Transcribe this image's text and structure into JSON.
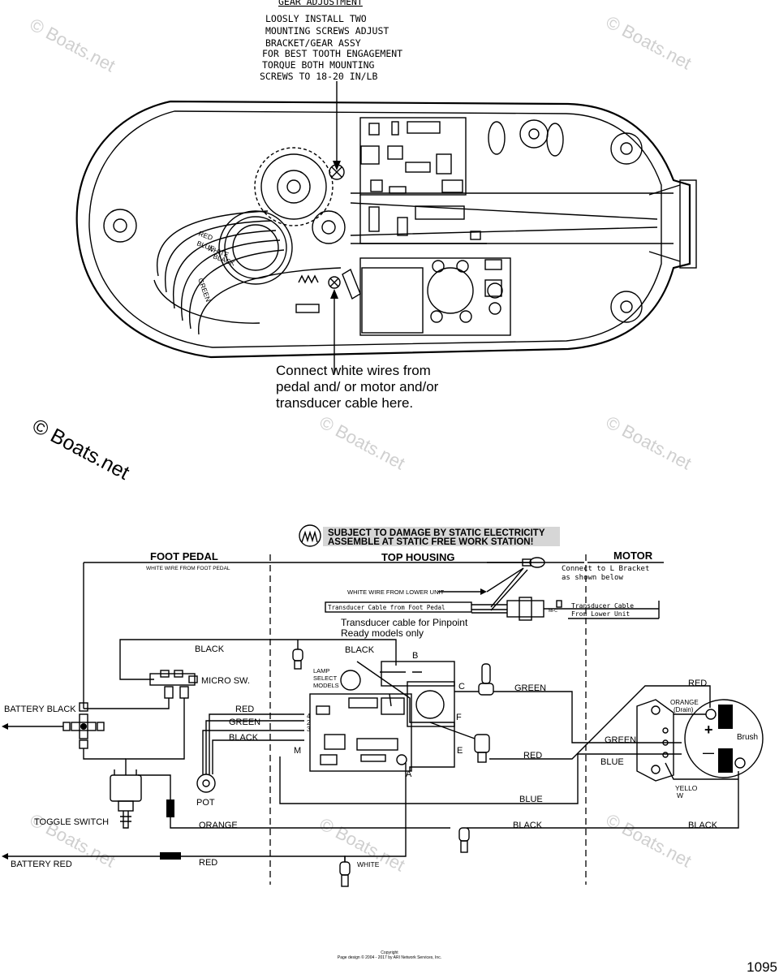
{
  "gear_adjustment": {
    "title": "GEAR ADJUSTMENT",
    "lines": [
      "LOOSLY INSTALL TWO",
      "MOUNTING SCREWS ADJUST",
      "BRACKET/GEAR ASSY",
      "FOR BEST TOOTH ENGAGEMENT",
      "TORQUE BOTH MOUNTING",
      "SCREWS TO 18-20 IN/LB"
    ]
  },
  "housing_wire_labels": [
    "RED",
    "BLUE",
    "WHITE",
    "BLACK",
    "GREEN"
  ],
  "white_wire_note": [
    "Connect white wires from",
    "pedal and/ or motor and/or",
    "transducer cable here."
  ],
  "watermark": "© Boats.net",
  "warning": {
    "line1": "SUBJECT TO DAMAGE BY STATIC ELECTRICITY",
    "line2": "ASSEMBLE AT STATIC FREE WORK STATION!"
  },
  "sections": {
    "foot_pedal": "FOOT PEDAL",
    "top_housing": "TOP HOUSING",
    "motor": "MOTOR"
  },
  "labels": {
    "white_wire_from_foot_pedal": "WHITE WIRE FROM FOOT PEDAL",
    "connect_to_l_bracket_1": "Connect to L Bracket",
    "connect_to_l_bracket_2": "as shown below",
    "white_wire_from_lower_unit": "WHITE WIRE FROM LOWER UNIT",
    "transducer_from_foot_pedal": "Transducer Cable from Foot Pedal",
    "transducer_from_lower_1": "Transducer Cable",
    "transducer_from_lower_2": "From Lower Unit",
    "pinpoint_1": "Transducer cable for Pinpoint",
    "pinpoint_2": "Ready models only",
    "black_left": "BLACK",
    "black_mid": "BLACK",
    "micro_sw": "MICRO SW.",
    "battery_black": "BATTERY BLACK",
    "battery_red": "BATTERY RED",
    "toggle_switch": "TOGGLE SWITCH",
    "pot": "POT",
    "red_pot": "RED",
    "green_pot": "GREEN",
    "black_pot": "BLACK",
    "lamp_1": "LAMP",
    "lamp_2": "SELECT",
    "lamp_3": "MODELS",
    "term_b": "B",
    "term_c": "C",
    "term_f": "F",
    "term_e": "E",
    "term_m": "M",
    "term_a": "A",
    "pin_4": "4",
    "pin_2": "2",
    "pin_3": "3",
    "green_c": "GREEN",
    "red_e": "RED",
    "blue_bottom": "BLUE",
    "orange": "ORANGE",
    "black_bottom": "BLACK",
    "black_right": "BLACK",
    "red_bottom": "RED",
    "white_bottom": "WHITE",
    "motor_red": "RED",
    "orange_drain_1": "ORANGE",
    "orange_drain_2": "(Drain)",
    "motor_green": "GREEN",
    "motor_blue": "BLUE",
    "yellow_1": "YELLO",
    "yellow_2": "W",
    "brush": "Brush",
    "plus": "+",
    "minus": "—"
  },
  "page_number": "1095",
  "copyright_1": "Copyright",
  "copyright_2": "Page design © 2004 - 2017 by ARI Network Services, Inc."
}
